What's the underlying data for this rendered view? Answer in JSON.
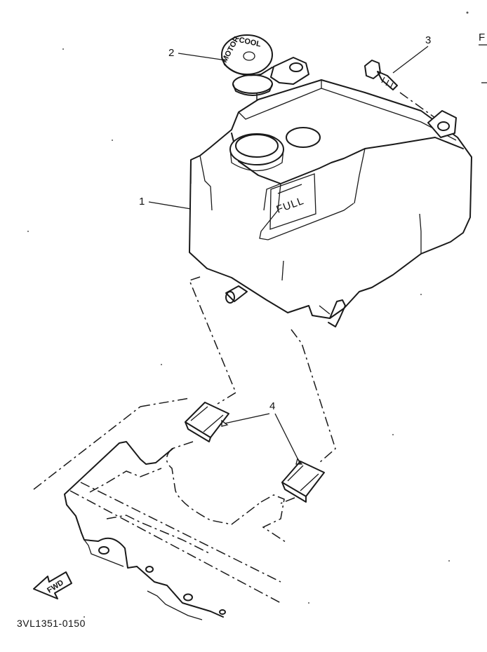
{
  "callouts": {
    "tank": "1",
    "cap": "2",
    "bolt": "3",
    "damper": "4",
    "edge_mark": "F"
  },
  "tank_label": "FULL",
  "cap_text": {
    "line1": "MOTOR",
    "line2": "COOL"
  },
  "arrow_label": "FWD",
  "diagram_code": "3VL1351-0150"
}
